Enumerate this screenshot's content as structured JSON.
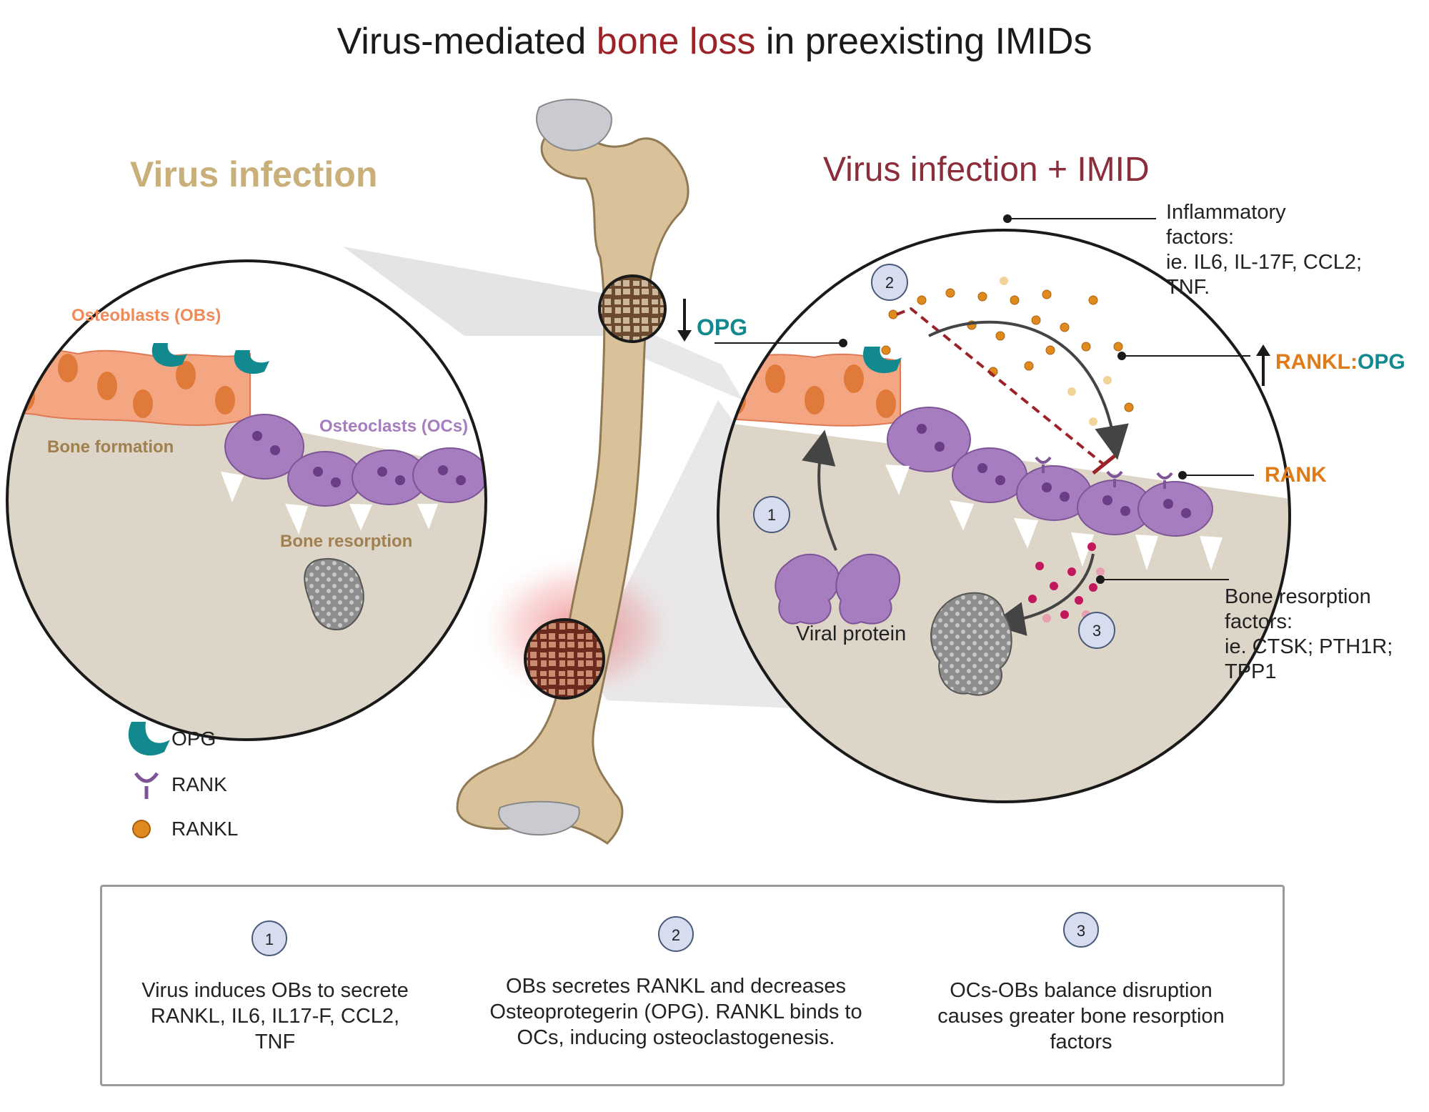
{
  "title": {
    "prefix": "Virus-mediated ",
    "highlight": "bone loss",
    "suffix": " in preexisting IMIDs"
  },
  "left_panel": {
    "title": "Virus infection",
    "osteoblasts": "Osteoblasts (OBs)",
    "osteoclasts": "Osteoclasts (OCs)",
    "bone_formation": "Bone formation",
    "bone_resorption": "Bone resorption"
  },
  "right_panel": {
    "title": "Virus infection + IMID",
    "inflammatory": [
      "Inflammatory",
      "factors:",
      "ie. IL6, IL-17F, CCL2;",
      "TNF."
    ],
    "opg_label": "OPG",
    "ratio_rankl": "RANKL:",
    "ratio_opg": "OPG",
    "rank_label": "RANK",
    "viral_protein": "Viral protein",
    "resorption_factors": [
      "Bone resorption",
      "factors:",
      "ie. CTSK; PTH1R;",
      "TPP1"
    ],
    "badges": [
      "1",
      "2",
      "3"
    ]
  },
  "legend": {
    "opg": "OPG",
    "rank": "RANK",
    "rankl": "RANKL"
  },
  "steps": [
    {
      "number": "1",
      "lines": [
        "Virus induces OBs to secrete",
        "RANKL, IL6, IL17-F, CCL2,",
        "TNF"
      ]
    },
    {
      "number": "2",
      "lines": [
        "OBs secretes RANKL and decreases",
        "Osteoprotegerin (OPG). RANKL binds to",
        "OCs, inducing osteoclastogenesis."
      ]
    },
    {
      "number": "3",
      "lines": [
        "OCs-OBs balance disruption",
        "causes greater bone resorption",
        "factors"
      ]
    }
  ],
  "colors": {
    "title_highlight": "#9b2226",
    "left_title": "#c9b07a",
    "right_title": "#8b2d3a",
    "osteoblast": "#f4a582",
    "osteoclast": "#a67dbf",
    "opg": "#12898f",
    "rankl": "#e08a1e",
    "bone": "#d9c29a",
    "matrix": "#ddd5c8"
  }
}
